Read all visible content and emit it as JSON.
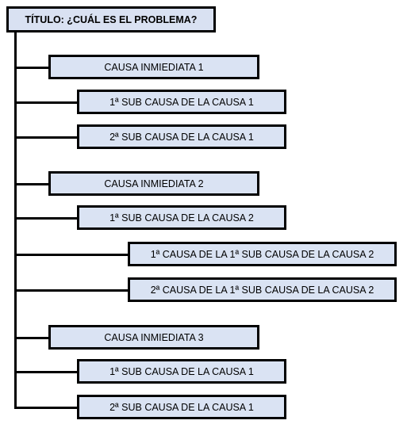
{
  "diagram": {
    "title": "TÍTULO: ¿CUÁL ES EL PROBLEMA?",
    "nodes": [
      {
        "label": "CAUSA INMIEDIATA 1",
        "level": 1
      },
      {
        "label": "1ª SUB CAUSA DE LA CAUSA 1",
        "level": 2
      },
      {
        "label": "2ª SUB CAUSA DE LA CAUSA 1",
        "level": 2
      },
      {
        "label": "CAUSA INMIEDIATA 2",
        "level": 1
      },
      {
        "label": "1ª SUB CAUSA DE LA CAUSA 2",
        "level": 2
      },
      {
        "label": "1ª CAUSA DE LA 1ª SUB CAUSA DE LA CAUSA 2",
        "level": 3
      },
      {
        "label": "2ª CAUSA DE LA 1ª SUB CAUSA DE LA CAUSA 2",
        "level": 3
      },
      {
        "label": "CAUSA INMIEDIATA 3",
        "level": 1
      },
      {
        "label": "1ª SUB CAUSA DE LA CAUSA 1",
        "level": 2
      },
      {
        "label": "2ª SUB CAUSA DE LA CAUSA 1",
        "level": 2
      }
    ],
    "colors": {
      "box_fill": "#dae3f3",
      "border": "#000000"
    }
  }
}
